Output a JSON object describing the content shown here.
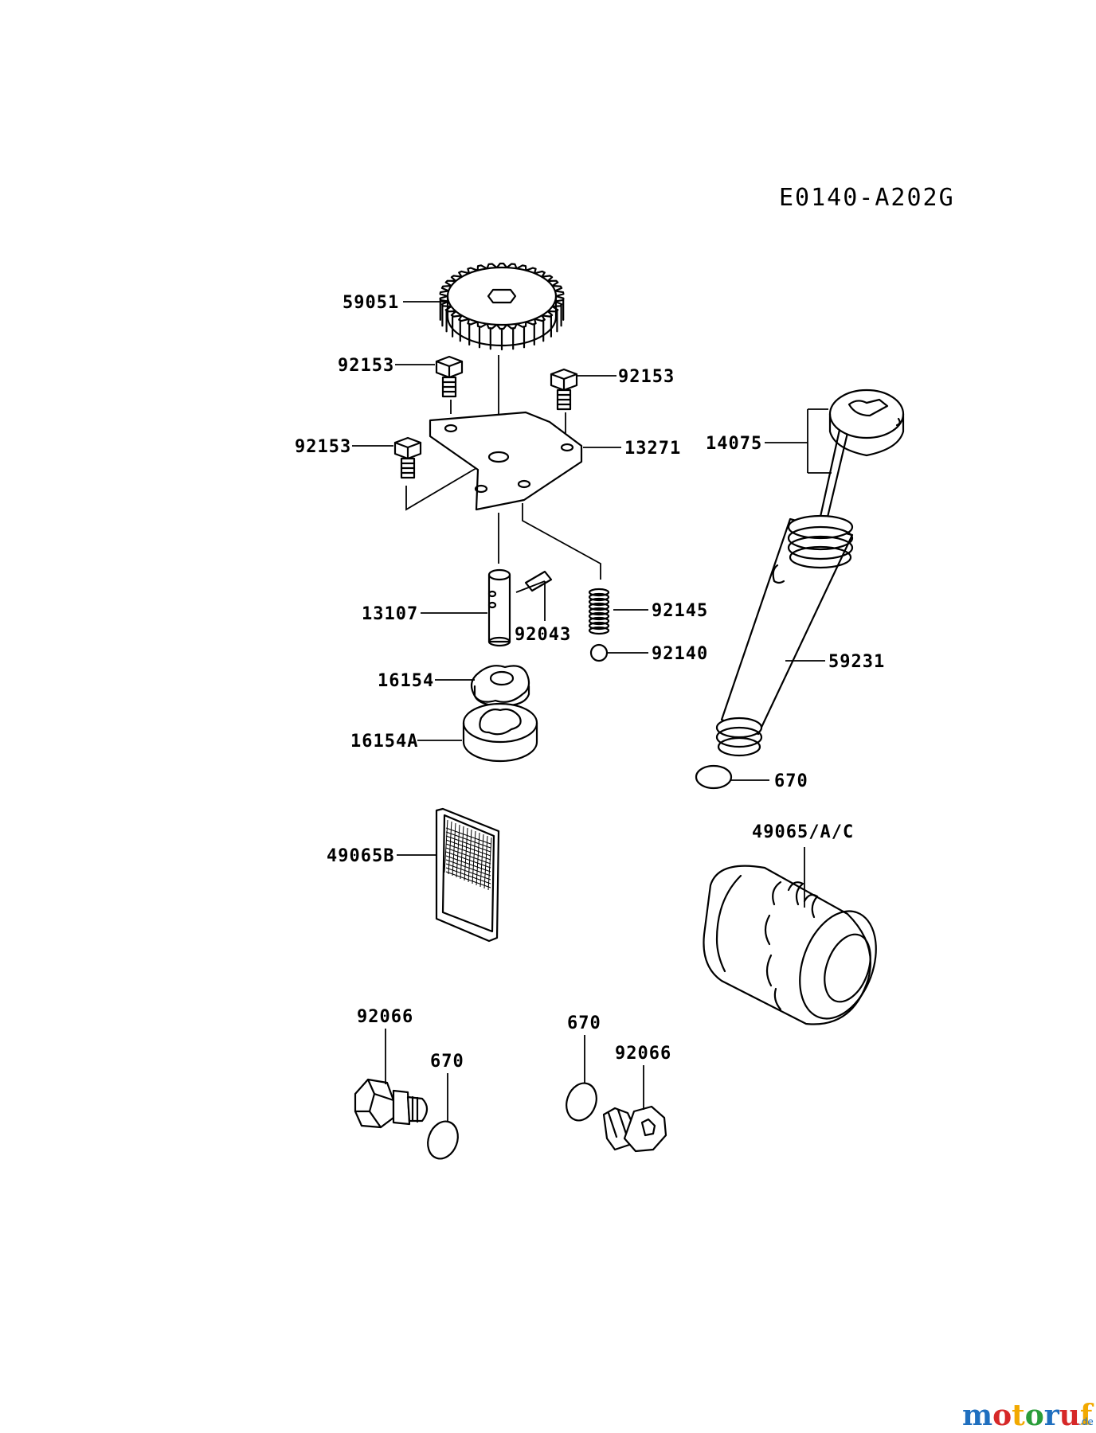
{
  "diagram_code": "E0140-A202G",
  "labels": {
    "gear": "59051",
    "bolt_top_left": "92153",
    "bolt_top_right": "92153",
    "bolt_left": "92153",
    "cover_plate": "13271",
    "dipstick": "14075",
    "shaft": "13107",
    "pin": "92043",
    "spring": "92145",
    "ball": "92140",
    "filler_tube": "59231",
    "inner_rotor": "16154",
    "outer_rotor": "16154A",
    "o_ring_tube": "670",
    "screen_filter": "49065B",
    "oil_filter": "49065/A/C",
    "drain_plug_left": "92066",
    "o_ring_left": "670",
    "o_ring_right": "670",
    "drain_plug_right": "92066"
  },
  "watermark": {
    "brand": "motoruf",
    "suffix": ".de",
    "colors": [
      "#1f6fbf",
      "#d62828",
      "#f2a900",
      "#2a9d3a"
    ]
  }
}
